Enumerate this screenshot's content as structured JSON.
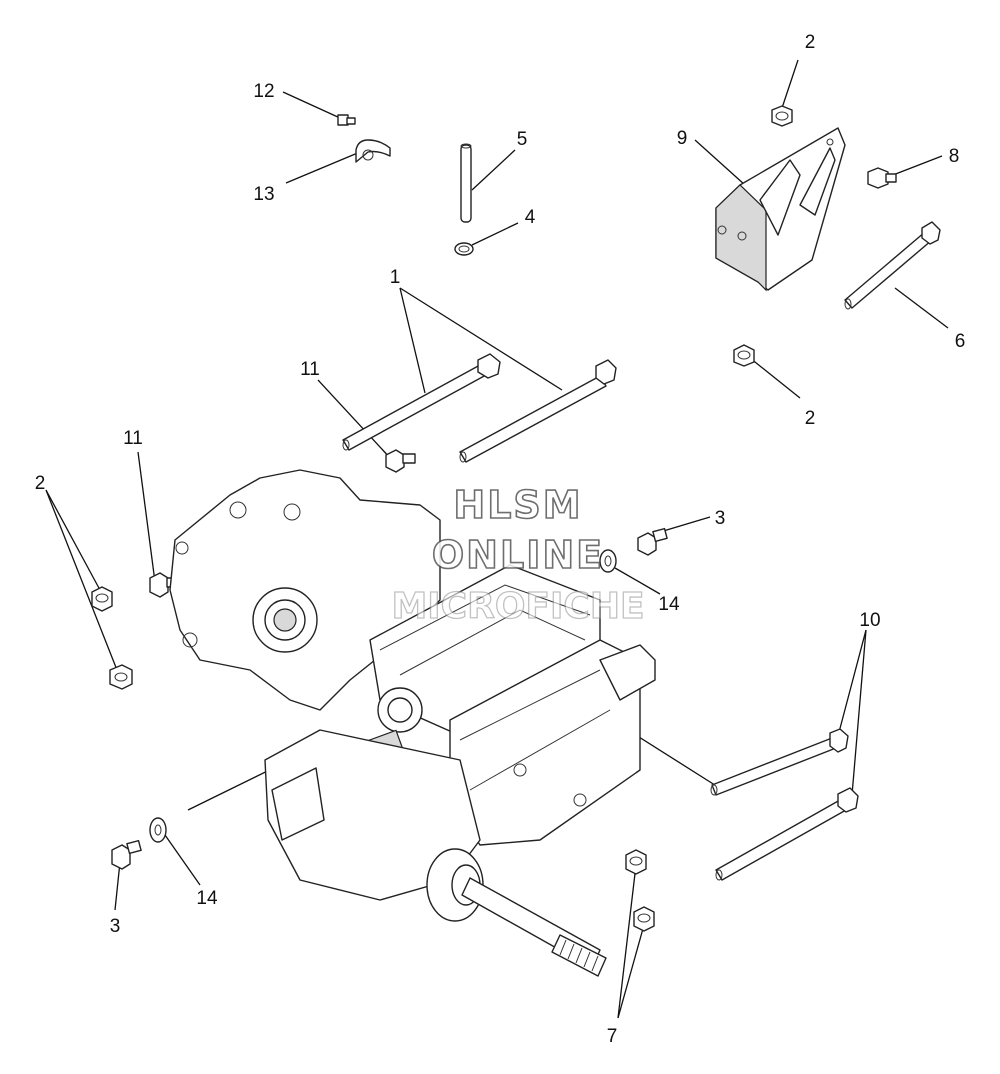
{
  "watermark": {
    "line1": "HLSM",
    "line2": "ONLINE",
    "line3": "MICROFICHE"
  },
  "callouts": [
    {
      "id": "c2a",
      "label": "2"
    },
    {
      "id": "c12",
      "label": "12"
    },
    {
      "id": "c5",
      "label": "5"
    },
    {
      "id": "c9",
      "label": "9"
    },
    {
      "id": "c8",
      "label": "8"
    },
    {
      "id": "c13",
      "label": "13"
    },
    {
      "id": "c4",
      "label": "4"
    },
    {
      "id": "c1",
      "label": "1"
    },
    {
      "id": "c6",
      "label": "6"
    },
    {
      "id": "c11a",
      "label": "11"
    },
    {
      "id": "c2b",
      "label": "2"
    },
    {
      "id": "c11b",
      "label": "11"
    },
    {
      "id": "c2c",
      "label": "2"
    },
    {
      "id": "c3a",
      "label": "3"
    },
    {
      "id": "c14a",
      "label": "14"
    },
    {
      "id": "c10",
      "label": "10"
    },
    {
      "id": "c14b",
      "label": "14"
    },
    {
      "id": "c3b",
      "label": "3"
    },
    {
      "id": "c7",
      "label": "7"
    }
  ]
}
